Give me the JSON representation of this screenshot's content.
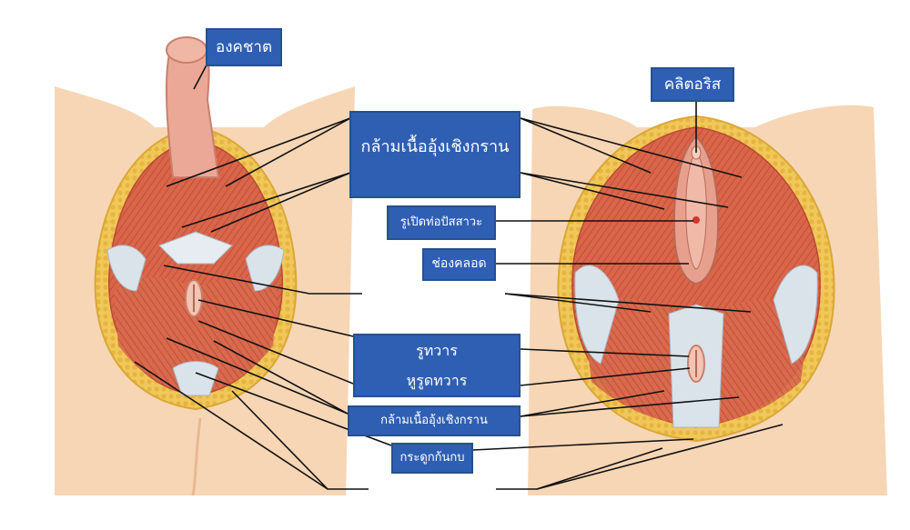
{
  "labels": {
    "penis": "องคชาต",
    "clitoris": "คลิตอริส",
    "perineal_muscles_top": "กล้ามเนื้ออุ้งเชิงกราน",
    "urethral_opening": "รูเปิดท่อปัสสาวะ",
    "vagina": "ช่องคลอด",
    "anus": "รูทวาร",
    "anal_sphincter": "หูรูดทวาร",
    "pelvic_floor_muscles_bottom": "กล้ามเนื้ออุ้งเชิงกราน",
    "coccyx": "กระดูกก้นกบ"
  },
  "colors": {
    "box_fill": "#2f5fb3",
    "skin": "#f7d6b5",
    "fat": "#f0c85a",
    "muscle": "#d9664a",
    "fascia": "#dbe3ea"
  }
}
